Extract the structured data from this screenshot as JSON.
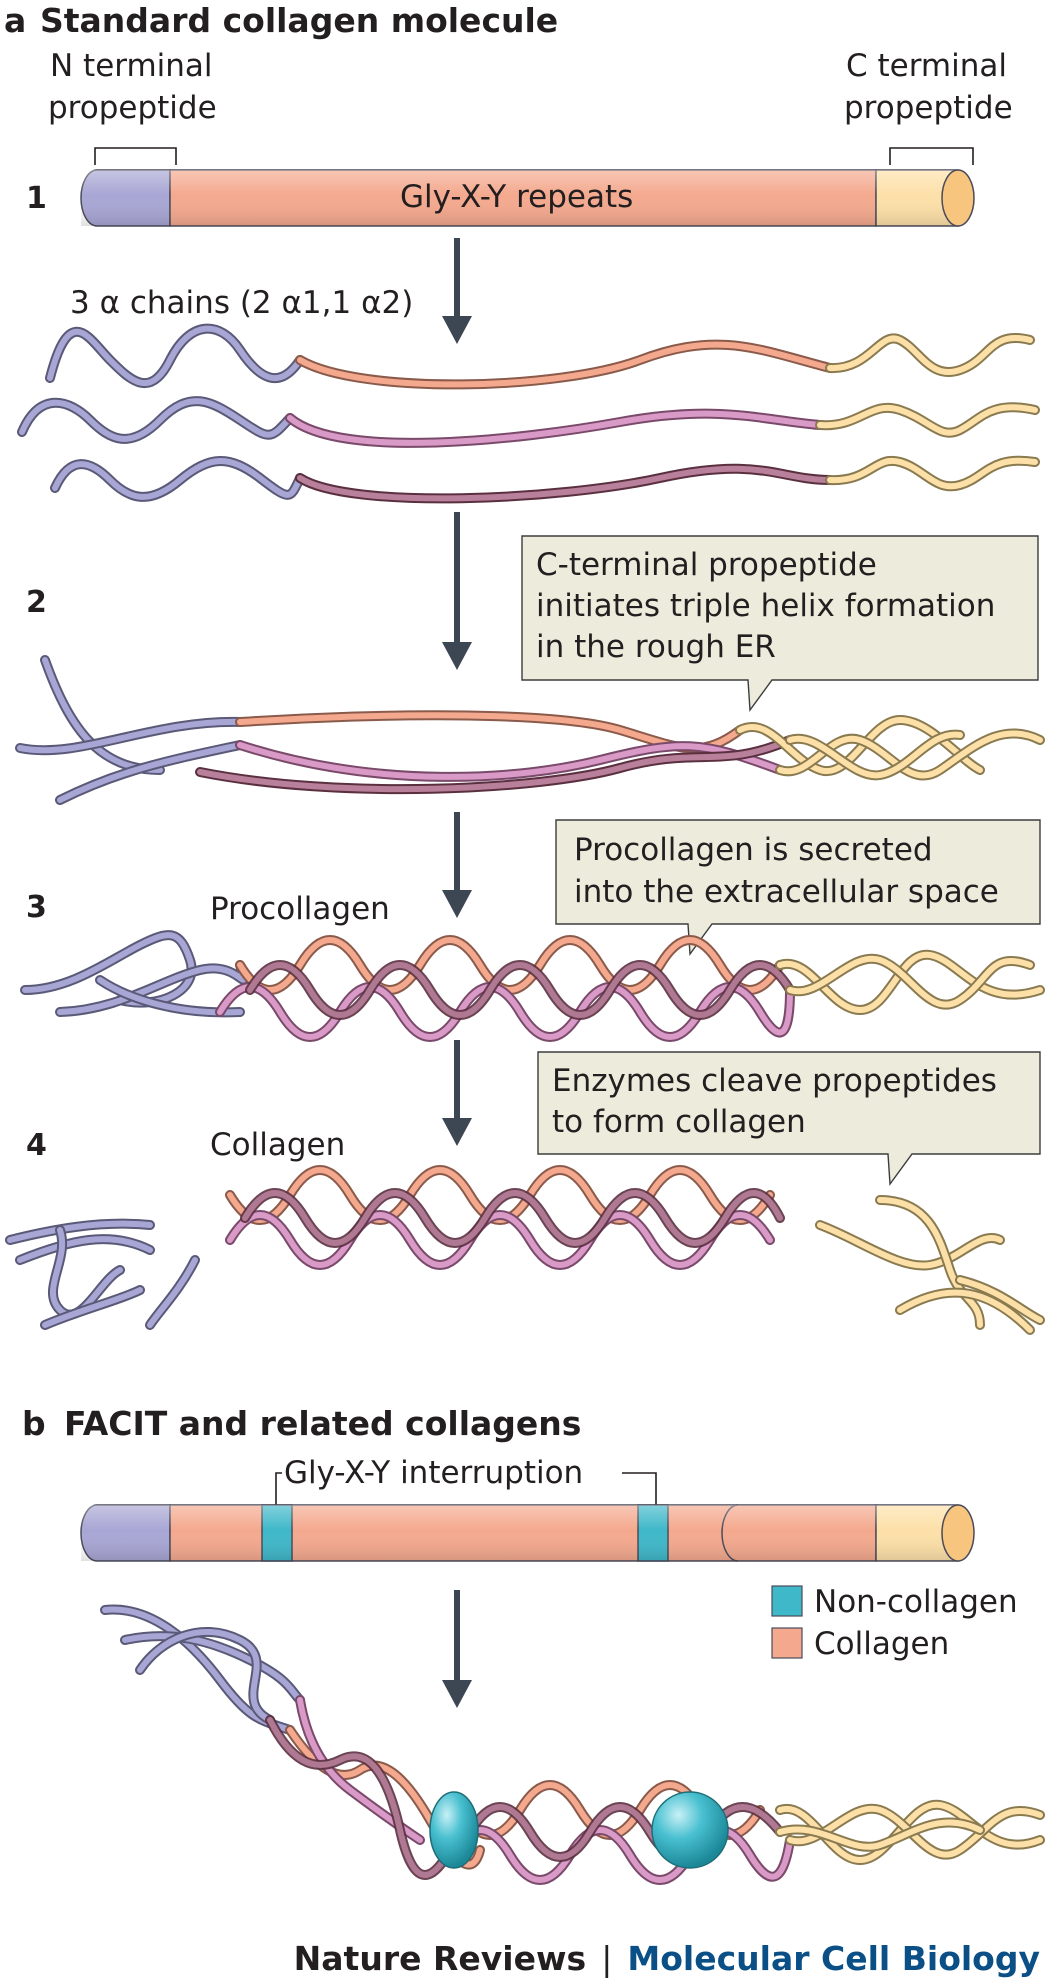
{
  "panel_a": {
    "letter": "a",
    "title": "Standard collagen molecule",
    "n_terminal_label": [
      "N terminal",
      "propeptide"
    ],
    "c_terminal_label": [
      "C terminal",
      "propeptide"
    ],
    "repeats_label": "Gly-X-Y repeats",
    "chains_label": "3 α chains (2 α1,1 α2)",
    "steps": {
      "s1": "1",
      "s2": "2",
      "s3": "3",
      "s4": "4"
    },
    "callout_2": [
      "C-terminal propeptide",
      "initiates triple helix formation",
      "in the rough ER"
    ],
    "procollagen_label": "Procollagen",
    "callout_3": [
      "Procollagen is secreted",
      "into the extracellular space"
    ],
    "collagen_label": "Collagen",
    "callout_4": [
      "Enzymes cleave propeptides",
      "to form collagen"
    ]
  },
  "panel_b": {
    "letter": "b",
    "title": "FACIT and related collagens",
    "interruption_label": "Gly-X-Y interruption",
    "legend": {
      "noncollagen": "Non-collagen",
      "collagen": "Collagen"
    }
  },
  "footer": {
    "journal": "Nature Reviews",
    "separator": "|",
    "section": "Molecular Cell Biology"
  },
  "colors": {
    "n_propeptide": "#a8a6d4",
    "collagen_salmon": "#f4a98e",
    "collagen_pink": "#d99ac7",
    "collagen_mauve": "#b8809a",
    "c_propeptide": "#fde0a8",
    "noncollagen": "#3fb8c9",
    "arrow": "#3d4653",
    "callout_fill": "#ecebdc"
  },
  "icons": [
    "down-arrow-icon",
    "callout-pointer-icon"
  ]
}
